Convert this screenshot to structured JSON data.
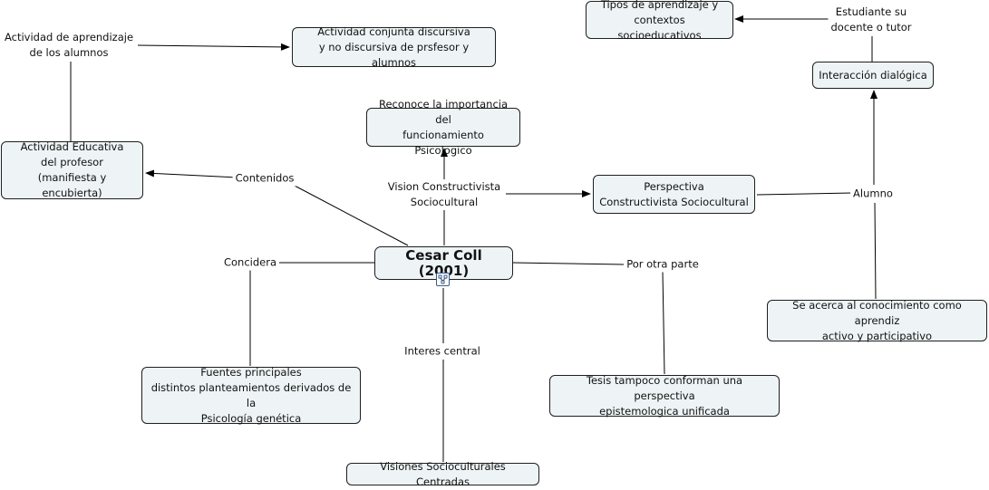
{
  "central": "Cesar Coll (2001)",
  "nodes": {
    "reconoce": "Reconoce la importancia del\nfuncionamiento Psicologico",
    "actividad_educativa": "Actividad Educativa\ndel profesor\n(manifiesta y encubierta)",
    "actividad_conjunta": "Actividad conjunta discursiva\ny no discursiva de prsfesor y alumnos",
    "perspectiva": "Perspectiva\nConstructivista Sociocultural",
    "interaccion": "Interacción dialógica",
    "tipos": "Tipos de aprendizaje y\ncontextos socioeducativos",
    "se_acerca": "Se acerca al conocimiento como aprendiz\nactivo y participativo",
    "fuentes": "Fuentes principales\ndistintos planteamientos derivados de la\nPsicología genética",
    "tesis": "Tesis tampoco conforman una perspectiva\nepistemologica unificada",
    "visiones": "Visiones Socioculturales Centradas"
  },
  "labels": {
    "vision": "Vision Constructivista\nSociocultural",
    "contenidos": "Contenidos",
    "actividad_aprendizaje": "Actividad de aprendizaje\nde los alumnos",
    "alumno": "Alumno",
    "estudiante": "Estudiante su\ndocente o tutor",
    "concidera": "Concidera",
    "por_otra_parte": "Por otra parte",
    "interes": "Interes central"
  }
}
